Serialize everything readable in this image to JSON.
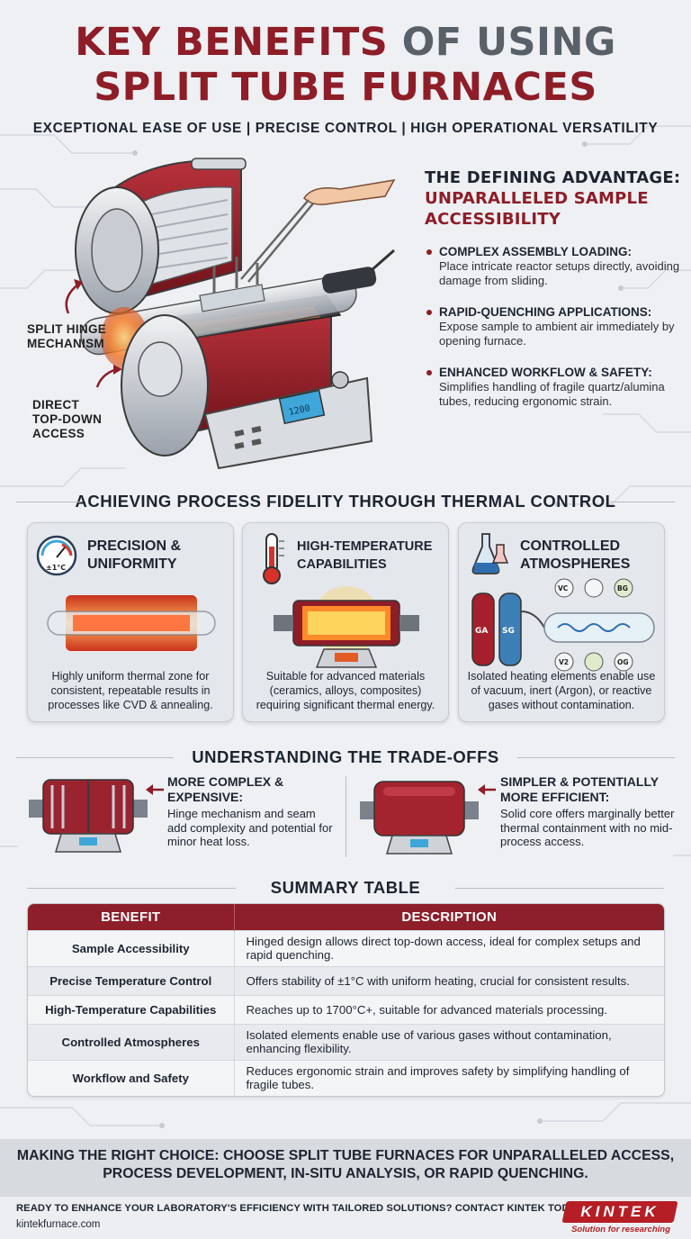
{
  "header": {
    "title_part1": "KEY BENEFITS",
    "title_part2": "OF USING",
    "title_line2": "SPLIT TUBE FURNACES",
    "subtitle": "EXCEPTIONAL EASE OF USE | PRECISE CONTROL | HIGH OPERATIONAL VERSATILITY"
  },
  "hero": {
    "callout_hinge": "SPLIT HINGE MECHANISM",
    "callout_access": "DIRECT TOP-DOWN ACCESS",
    "advantage_heading": "THE DEFINING ADVANTAGE:",
    "advantage_subheading": "UNPARALLELED SAMPLE ACCESSIBILITY",
    "bullets": [
      {
        "heading": "COMPLEX ASSEMBLY LOADING:",
        "text": "Place intricate reactor setups directly, avoiding damage from sliding."
      },
      {
        "heading": "RAPID-QUENCHING APPLICATIONS:",
        "text": "Expose sample to ambient air immediately by opening furnace."
      },
      {
        "heading": "ENHANCED WORKFLOW & SAFETY:",
        "text": "Simplifies handling of fragile quartz/alumina tubes, reducing ergonomic strain."
      }
    ],
    "display_readout": "1200"
  },
  "process": {
    "title": "ACHIEVING PROCESS FIDELITY THROUGH THERMAL CONTROL",
    "cards": [
      {
        "heading": "PRECISION & UNIFORMITY",
        "gauge_label": "±1°C",
        "text": "Highly uniform thermal zone for consistent, repeatable results in processes like CVD & annealing."
      },
      {
        "heading": "HIGH-TEMPERATURE CAPABILITIES",
        "text": "Suitable for advanced materials (ceramics, alloys, composites) requiring significant thermal energy."
      },
      {
        "heading": "CONTROLLED ATMOSPHERES",
        "gas_labels": [
          "VC",
          "BG",
          "V2",
          "OG"
        ],
        "cylinder_labels": [
          "GA",
          "SG"
        ],
        "text": "Isolated heating elements enable use of vacuum, inert (Argon), or reactive gases without contamination."
      }
    ]
  },
  "tradeoffs": {
    "title": "UNDERSTANDING THE TRADE-OFFS",
    "split": {
      "heading": "MORE COMPLEX & EXPENSIVE:",
      "text": "Hinge mechanism and seam add complexity and potential for minor heat loss."
    },
    "solid": {
      "heading": "SIMPLER & POTENTIALLY MORE EFFICIENT:",
      "text": "Solid core offers marginally better thermal containment with no mid-process access."
    }
  },
  "summary": {
    "title": "SUMMARY TABLE",
    "columns": [
      "BENEFIT",
      "DESCRIPTION"
    ],
    "rows": [
      {
        "benefit": "Sample Accessibility",
        "description": "Hinged design allows direct top-down access, ideal for complex setups and rapid quenching."
      },
      {
        "benefit": "Precise Temperature Control",
        "description": "Offers stability of ±1°C with uniform heating, crucial for consistent results."
      },
      {
        "benefit": "High-Temperature Capabilities",
        "description": "Reaches up to 1700°C+, suitable for advanced materials processing."
      },
      {
        "benefit": "Controlled Atmospheres",
        "description": "Isolated elements enable use of various gases without contamination, enhancing flexibility."
      },
      {
        "benefit": "Workflow and Safety",
        "description": "Reduces ergonomic strain and improves safety by simplifying handling of fragile tubes."
      }
    ]
  },
  "choice": {
    "line1": "MAKING THE RIGHT CHOICE: CHOOSE SPLIT TUBE FURNACES FOR UNPARALLELED ACCESS,",
    "line2": "PROCESS DEVELOPMENT, IN-SITU ANALYSIS, OR RAPID QUENCHING."
  },
  "footer": {
    "cta": "READY TO ENHANCE YOUR LABORATORY'S EFFICIENCY WITH TAILORED SOLUTIONS? CONTACT KINTEK TODAY!",
    "website": "kintekfurnace.com",
    "brand": "KINTEK",
    "tagline": "Solution for researching"
  },
  "colors": {
    "brand_red": "#8e1d27",
    "logo_red": "#b51e24",
    "heat_orange": "#f0621e"
  }
}
